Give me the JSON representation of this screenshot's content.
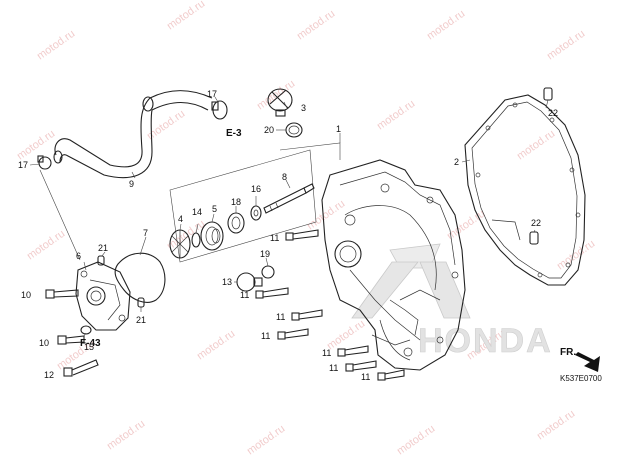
{
  "parts": [
    {
      "label": "1"
    },
    {
      "label": "2"
    },
    {
      "label": "3"
    },
    {
      "label": "4"
    },
    {
      "label": "5"
    },
    {
      "label": "6"
    },
    {
      "label": "7"
    },
    {
      "label": "8"
    },
    {
      "label": "9"
    },
    {
      "label": "10"
    },
    {
      "label": "10"
    },
    {
      "label": "11"
    },
    {
      "label": "11"
    },
    {
      "label": "11"
    },
    {
      "label": "11"
    },
    {
      "label": "11"
    },
    {
      "label": "11"
    },
    {
      "label": "11"
    },
    {
      "label": "12"
    },
    {
      "label": "13"
    },
    {
      "label": "14"
    },
    {
      "label": "15"
    },
    {
      "label": "16"
    },
    {
      "label": "17"
    },
    {
      "label": "17"
    },
    {
      "label": "18"
    },
    {
      "label": "19"
    },
    {
      "label": "20"
    },
    {
      "label": "21"
    },
    {
      "label": "21"
    },
    {
      "label": "22"
    },
    {
      "label": "22"
    }
  ],
  "refs": {
    "e3": "E-3",
    "f43": "F-43"
  },
  "direction": {
    "label": "FR."
  },
  "drawing_code": "K537E0700",
  "watermark": {
    "text": "motod.ru",
    "color": "#e7a3a3"
  },
  "logo": {
    "text": "HONDA"
  }
}
